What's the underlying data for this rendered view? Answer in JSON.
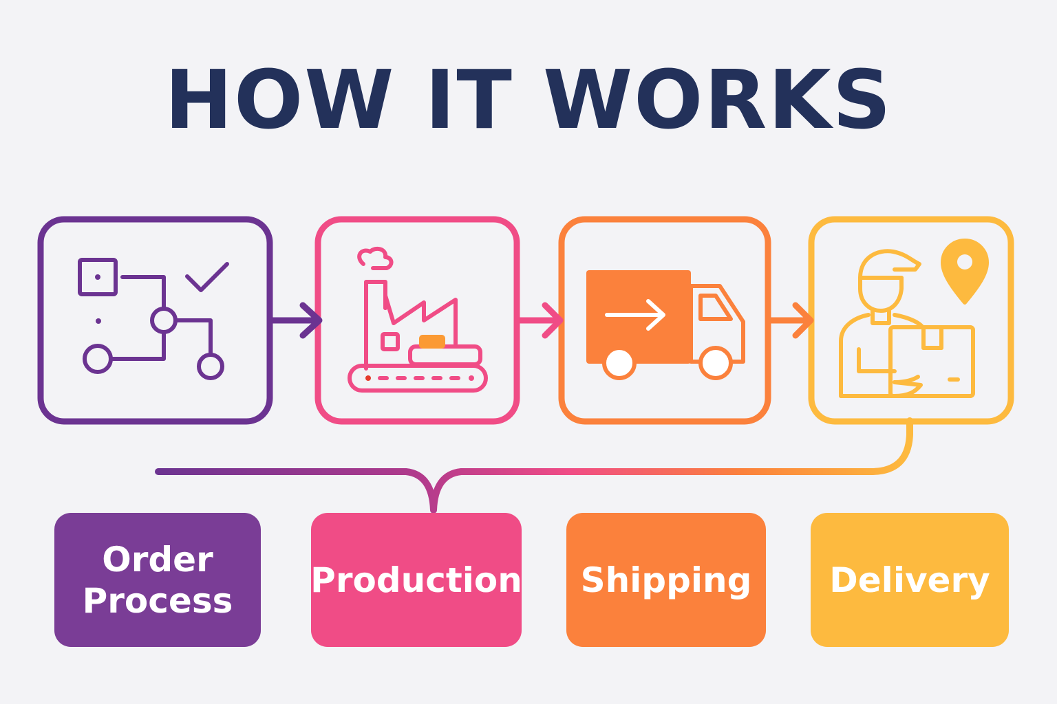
{
  "title": "HOW IT WORKS",
  "colors": {
    "background": "#F3F3F6",
    "title": "#23315A",
    "order": "#6B3391",
    "production": "#F04C86",
    "shipping": "#FB813C",
    "delivery": "#FDBA3F"
  },
  "steps": [
    {
      "label": "Order\nProcess",
      "icon": "workflow-checklist-icon"
    },
    {
      "label": "Production",
      "icon": "factory-conveyor-icon"
    },
    {
      "label": "Shipping",
      "icon": "delivery-truck-icon"
    },
    {
      "label": "Delivery",
      "icon": "courier-package-location-icon"
    }
  ]
}
